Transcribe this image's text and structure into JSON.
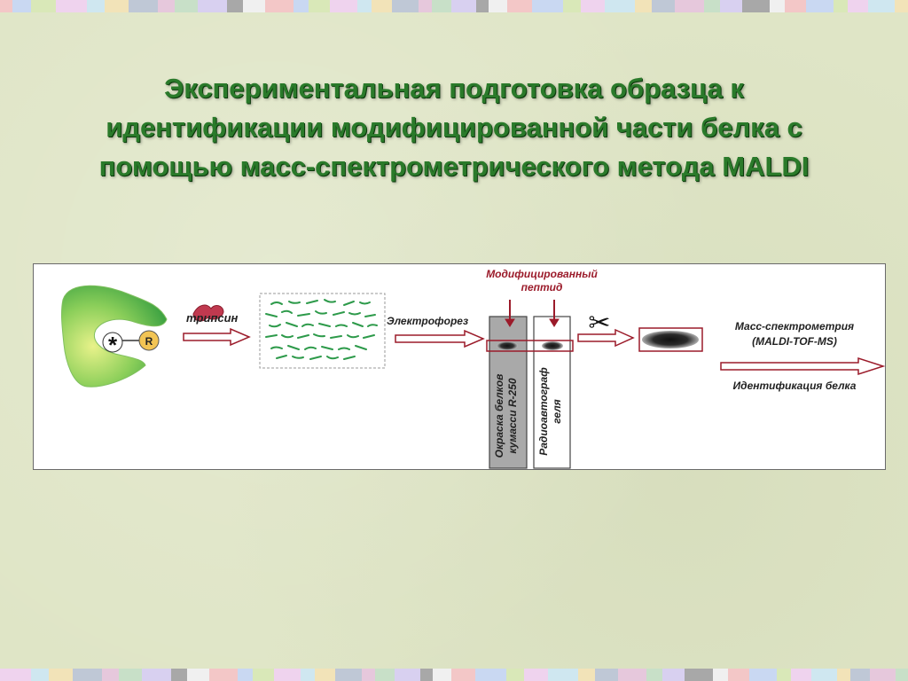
{
  "slide": {
    "title_lines": [
      "Экспериментальная подготовка образца к",
      "идентификации модифицированной части белка с",
      "помощью масс-спектрометрического метода MALDI"
    ]
  },
  "diagram": {
    "protein": {
      "star": "*",
      "residue": "R"
    },
    "trypsin_label": "трипсин",
    "electrophoresis_label": "Электрофорез",
    "modified_peptide_label": [
      "Модифицированный",
      "пептид"
    ],
    "lane1_label": [
      "Окраска белков",
      "кумасси R-250"
    ],
    "lane2_label": [
      "Радиоавтограф",
      "геля"
    ],
    "scissors_icon": "✂",
    "mass_spec_label": [
      "Масс-спектрометрия",
      "(MALDI-TOF-MS)"
    ],
    "identification_label": "Идентификация белка"
  },
  "colors": {
    "title_green": "#2a7a2a",
    "background": "#dfe5c6",
    "arrow_red": "#9b1b2a",
    "protein_green": "#5db84a",
    "fragment_green": "#2d9a4a",
    "residue_yellow": "#f2c454"
  }
}
